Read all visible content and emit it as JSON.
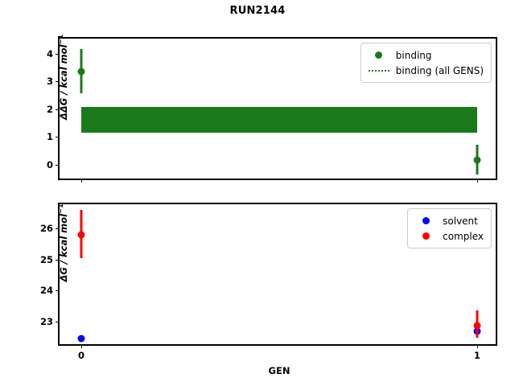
{
  "figure": {
    "title": "RUN2144",
    "xlabel": "GEN",
    "background": "#ffffff"
  },
  "colors": {
    "binding_green": "#1a7a1a",
    "solvent_blue": "#0000ff",
    "complex_red": "#ff0000",
    "axis_black": "#000000"
  },
  "top_panel": {
    "ylabel_main": "ΔΔG",
    "ylabel_units": " / kcal mol",
    "ylabel_exp": "−1",
    "yticks": [
      "0",
      "1",
      "2",
      "3",
      "4"
    ],
    "legend": [
      {
        "label": "binding",
        "key": "green-dot-marker"
      },
      {
        "label": "binding (all GENS)",
        "key": "green-dotted-line"
      }
    ]
  },
  "bottom_panel": {
    "ylabel_main": "ΔG",
    "ylabel_units": " / kcal mol",
    "ylabel_exp": "−1",
    "yticks": [
      "23",
      "24",
      "25",
      "26"
    ],
    "xticks": [
      "0",
      "1"
    ],
    "legend": [
      {
        "label": "solvent",
        "key": "blue-dot-marker"
      },
      {
        "label": "complex",
        "key": "red-dot-marker"
      }
    ]
  },
  "chart_data": [
    {
      "type": "scatter",
      "panel": "top",
      "title": "RUN2144",
      "xlabel": "",
      "ylabel": "ΔΔG / kcal mol⁻¹",
      "xlim": [
        -0.055,
        1.055
      ],
      "ylim": [
        -0.62,
        4.55
      ],
      "grid": false,
      "legend_position": "upper right",
      "xticks": [
        0,
        1
      ],
      "yticks": [
        0,
        1,
        2,
        3,
        4
      ],
      "series": [
        {
          "name": "binding",
          "color": "#1a7a1a",
          "marker": "o",
          "x": [
            0,
            1
          ],
          "values": [
            3.35,
            0.15
          ],
          "yerr_low": [
            0.77,
            0.5
          ],
          "yerr_high": [
            0.81,
            0.57
          ]
        },
        {
          "name": "binding (all GENS)",
          "color": "#1a7a1a",
          "style": "dotted-band",
          "band_low": 1.15,
          "band_high": 2.07,
          "band_x_start": 0,
          "band_x_end": 1
        }
      ]
    },
    {
      "type": "scatter",
      "panel": "bottom",
      "xlabel": "GEN",
      "ylabel": "ΔG / kcal mol⁻¹",
      "xlim": [
        -0.055,
        1.055
      ],
      "ylim": [
        22.17,
        26.78
      ],
      "grid": false,
      "legend_position": "upper right",
      "xticks": [
        0,
        1
      ],
      "yticks": [
        23,
        24,
        25,
        26
      ],
      "series": [
        {
          "name": "solvent",
          "color": "#0000ff",
          "marker": "o",
          "x": [
            0,
            1
          ],
          "values": [
            22.45,
            22.7
          ],
          "yerr_low": [
            0.08,
            0.12
          ],
          "yerr_high": [
            0.08,
            0.12
          ]
        },
        {
          "name": "complex",
          "color": "#ff0000",
          "marker": "o",
          "x": [
            0,
            1
          ],
          "values": [
            25.8,
            22.88
          ],
          "yerr_low": [
            0.75,
            0.4
          ],
          "yerr_high": [
            0.8,
            0.47
          ]
        }
      ]
    }
  ]
}
